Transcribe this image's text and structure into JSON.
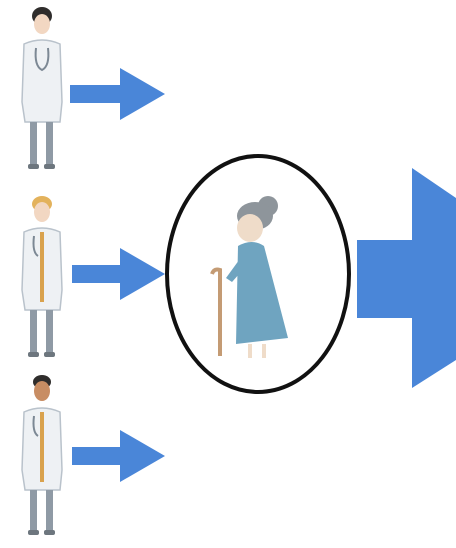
{
  "diagram": {
    "doctors": [
      {
        "id": "doctor-1",
        "hair": "dark",
        "skin": "light"
      },
      {
        "id": "doctor-2",
        "hair": "blonde",
        "skin": "light"
      },
      {
        "id": "doctor-3",
        "hair": "dark",
        "skin": "tan"
      }
    ],
    "patient": {
      "id": "elderly-patient",
      "accessory": "walking-cane",
      "circled": true
    },
    "colors": {
      "arrow": "#4a86d8",
      "coat": "#eef1f4",
      "coat_outline": "#b9c2cb",
      "pants": "#8f9aa5",
      "shoes": "#6d767e",
      "tie": "#d9a24e",
      "stethoscope": "#7c8894",
      "hair_dark": "#2f2d2c",
      "hair_blonde": "#e3b25c",
      "skin_light": "#f2d7c2",
      "skin_tan": "#c88d63",
      "patient_dress": "#6fa4c0",
      "patient_hair": "#8e959b",
      "patient_skin": "#efdcc9",
      "cane": "#c49b74",
      "circle": "#111111"
    }
  }
}
